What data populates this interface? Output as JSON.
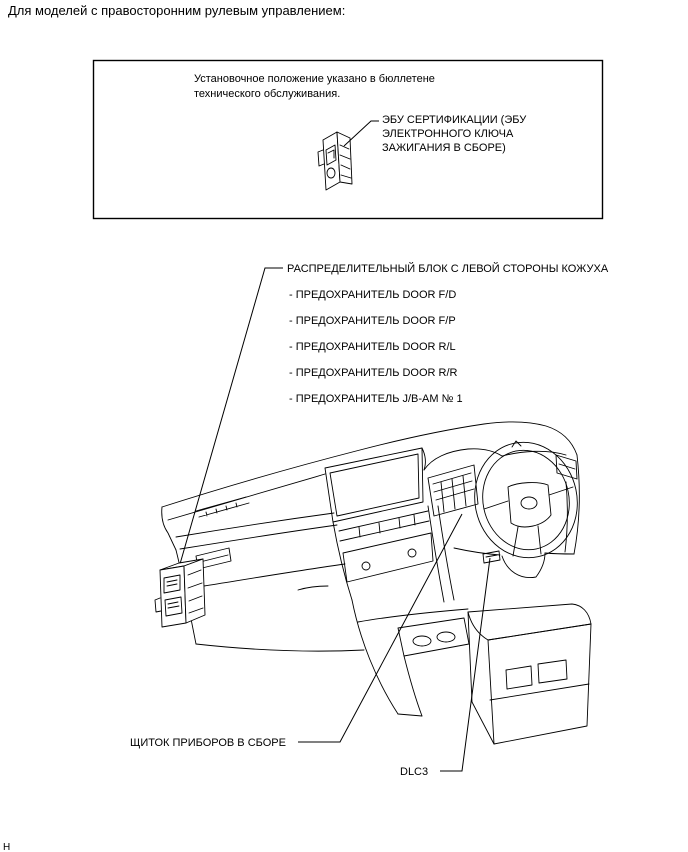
{
  "header": {
    "note": "Для моделей с правосторонним рулевым управлением:"
  },
  "inset": {
    "note_lines": [
      "Установочное положение указано в бюллетене",
      "технического обслуживания."
    ],
    "ecu_label_lines": [
      "ЭБУ СЕРТИФИКАЦИИ (ЭБУ",
      "ЭЛЕКТРОННОГО КЛЮЧА",
      "ЗАЖИГАНИЯ В СБОРЕ)"
    ]
  },
  "junction_block": {
    "label": "РАСПРЕДЕЛИТЕЛЬНЫЙ БЛОК С ЛЕВОЙ СТОРОНЫ КОЖУХА",
    "fuses": [
      "- ПРЕДОХРАНИТЕЛЬ DOOR F/D",
      "- ПРЕДОХРАНИТЕЛЬ DOOR F/P",
      "- ПРЕДОХРАНИТЕЛЬ DOOR R/L",
      "- ПРЕДОХРАНИТЕЛЬ DOOR R/R",
      "- ПРЕДОХРАНИТЕЛЬ J/B-AM № 1"
    ]
  },
  "labels": {
    "instrument_cluster": "ЩИТОК ПРИБОРОВ В СБОРЕ",
    "dlc3": "DLC3"
  },
  "footer": {
    "code": "H"
  }
}
